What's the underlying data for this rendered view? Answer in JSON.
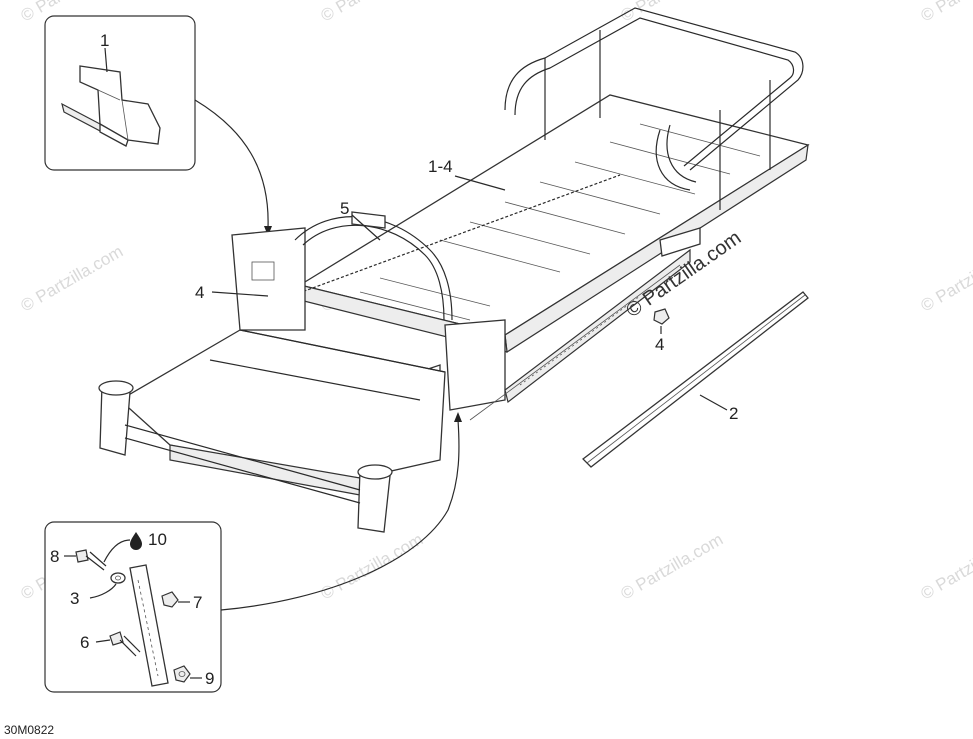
{
  "diagram": {
    "drawing_code": "30M0822",
    "watermark": "© Partzilla.com",
    "callouts": {
      "c1": "1",
      "c1_4": "1-4",
      "c5": "5",
      "c4_left": "4",
      "c4_right": "4",
      "c2": "2",
      "c10": "10",
      "c8": "8",
      "c3": "3",
      "c7": "7",
      "c6": "6",
      "c9": "9"
    }
  }
}
